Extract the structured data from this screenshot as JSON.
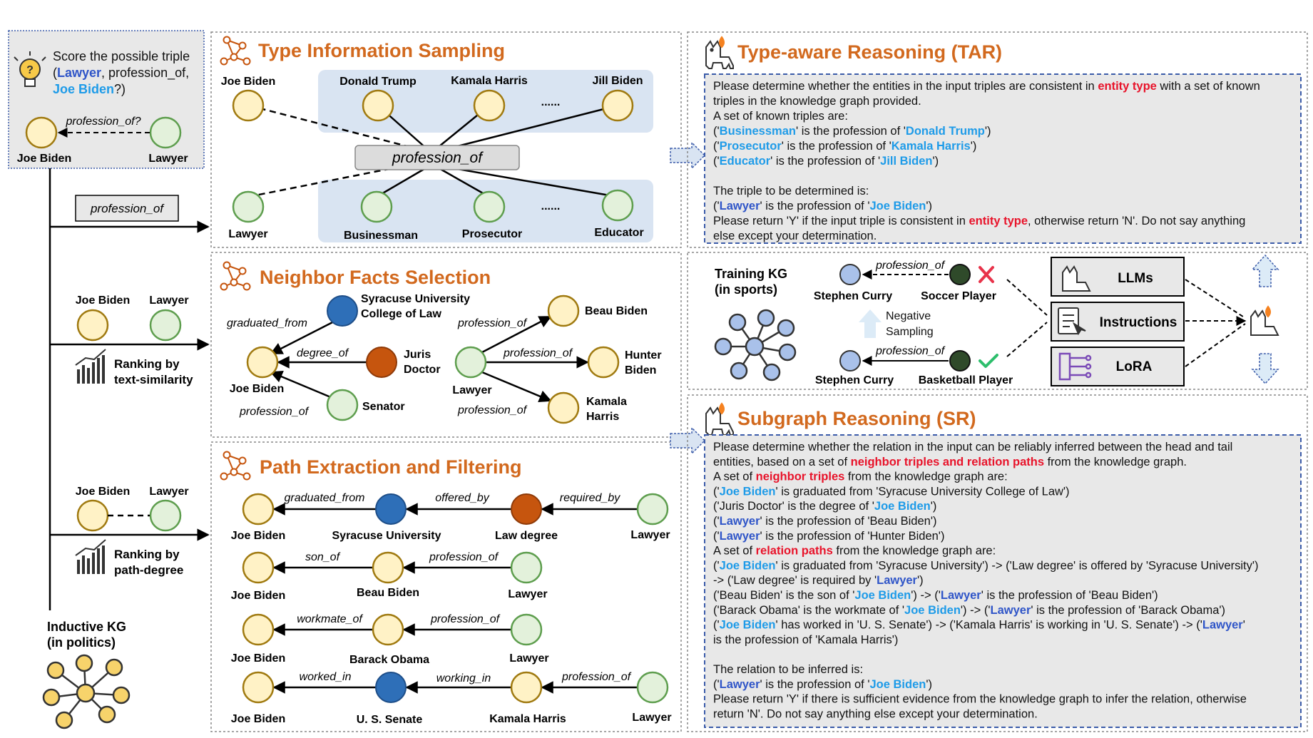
{
  "query": {
    "line1": "Score the possible triple",
    "line2_open": "(",
    "line2_head": "Lawyer",
    "line2_rest": ", profession_of,",
    "line3_tail": "Joe Biden",
    "line3_rest": "?)",
    "rel": "profession_of?",
    "node_left": "Joe Biden",
    "node_right": "Lawyer"
  },
  "left": {
    "rel_box": "profession_of",
    "s2_left": "Joe Biden",
    "s2_right": "Lawyer",
    "rank1_line1": "Ranking by",
    "rank1_line2": "text-similarity",
    "s3_left": "Joe Biden",
    "s3_right": "Lawyer",
    "rank2_line1": "Ranking by",
    "rank2_line2": "path-degree",
    "kg_line1": "Inductive KG",
    "kg_line2": "(in politics)"
  },
  "tis": {
    "title": "Type Information Sampling",
    "joe": "Joe Biden",
    "trump": "Donald Trump",
    "harris": "Kamala Harris",
    "jill": "Jill Biden",
    "dots": "......",
    "center": "profession_of",
    "lawyer": "Lawyer",
    "businessman": "Businessman",
    "prosecutor": "Prosecutor",
    "educator": "Educator"
  },
  "nfs": {
    "title": "Neighbor Facts Selection",
    "syr_line1": "Syracuse University",
    "syr_line2": "College of Law",
    "graduated_from": "graduated_from",
    "degree_of": "degree_of",
    "juris_line1": "Juris",
    "juris_line2": "Doctor",
    "joe": "Joe Biden",
    "profession_of_left": "profession_of",
    "senator": "Senator",
    "beau": "Beau Biden",
    "prof_top": "profession_of",
    "prof_mid": "profession_of",
    "prof_bot": "profession_of",
    "hunter_line1": "Hunter",
    "hunter_line2": "Biden",
    "lawyer": "Lawyer",
    "kamala_line1": "Kamala",
    "kamala_line2": "Harris"
  },
  "pef": {
    "title": "Path Extraction and Filtering",
    "r1": {
      "n1": "Joe Biden",
      "e1": "graduated_from",
      "n2": "Syracuse University",
      "e2": "offered_by",
      "n3": "Law degree",
      "e3": "required_by",
      "n4": "Lawyer"
    },
    "r2": {
      "n1": "Joe Biden",
      "e1": "son_of",
      "n2": "Beau Biden",
      "e2": "profession_of",
      "n3": "Lawyer"
    },
    "r3": {
      "n1": "Joe Biden",
      "e1": "workmate_of",
      "n2": "Barack Obama",
      "e2": "profession_of",
      "n3": "Lawyer"
    },
    "r4": {
      "n1": "Joe Biden",
      "e1": "worked_in",
      "n2": "U. S. Senate",
      "e2": "working_in",
      "n3": "Kamala Harris",
      "e3": "profession_of",
      "n4": "Lawyer"
    }
  },
  "tar": {
    "title": "Type-aware Reasoning (TAR)",
    "l1a": "Please determine whether the entities in the input triples are consistent in ",
    "l1b": "entity type",
    "l1c": " with a set of known",
    "l2": "triples in the knowledge graph provided.",
    "l3": "A set of known triples are:",
    "t1a": "('",
    "t1b": "Businessman",
    "t1c": "' is the profession of '",
    "t1d": "Donald Trump",
    "t1e": "')",
    "t2a": "('",
    "t2b": "Prosecutor",
    "t2c": "' is the profession of '",
    "t2d": "Kamala Harris",
    "t2e": "')",
    "t3a": "('",
    "t3b": "Educator",
    "t3c": "' is the profession of '",
    "t3d": "Jill Biden",
    "t3e": "')",
    "l7": "The triple to be determined is:",
    "q1a": "('",
    "q1b": "Lawyer",
    "q1c": "' is the profession of '",
    "q1d": "Joe Biden",
    "q1e": "')",
    "l9a": "Please return 'Y' if the input triple is consistent in ",
    "l9b": "entity type",
    "l9c": ", otherwise return 'N'. Do not say anything",
    "l10": "else except your determination."
  },
  "train": {
    "kg_line1": "Training KG",
    "kg_line2": "(in sports)",
    "rel_top": "profession_of",
    "curry_top": "Stephen Curry",
    "soccer": "Soccer Player",
    "neg_line1": "Negative",
    "neg_line2": "Sampling",
    "rel_bot": "profession_of",
    "curry_bot": "Stephen Curry",
    "basketball": "Basketball Player",
    "llms": "LLMs",
    "instructions": "Instructions",
    "lora": "LoRA"
  },
  "sr": {
    "title": "Subgraph Reasoning (SR)",
    "lines": [
      [
        [
          "Please determine whether the relation in the input can be reliably inferred between the head and tail",
          ""
        ]
      ],
      [
        [
          "entities, based on a set of ",
          ""
        ],
        [
          "neighbor triples and relation paths",
          "red"
        ],
        [
          " from the knowledge graph.",
          ""
        ]
      ],
      [
        [
          "A set of ",
          ""
        ],
        [
          "neighbor triples",
          "red"
        ],
        [
          " from the knowledge graph are:",
          ""
        ]
      ],
      [
        [
          "('",
          ""
        ],
        [
          "Joe Biden",
          "blue"
        ],
        [
          "' is graduated from 'Syracuse University College of Law')",
          ""
        ]
      ],
      [
        [
          "('Juris Doctor' is the degree of '",
          ""
        ],
        [
          "Joe Biden",
          "blue"
        ],
        [
          "')",
          ""
        ]
      ],
      [
        [
          "('",
          ""
        ],
        [
          "Lawyer",
          "dblue"
        ],
        [
          "' is the profession of 'Beau Biden')",
          ""
        ]
      ],
      [
        [
          "('",
          ""
        ],
        [
          "Lawyer",
          "dblue"
        ],
        [
          "' is the profession of 'Hunter Biden')",
          ""
        ]
      ],
      [
        [
          "A set of ",
          ""
        ],
        [
          "relation paths",
          "red"
        ],
        [
          " from the knowledge graph are:",
          ""
        ]
      ],
      [
        [
          "('",
          ""
        ],
        [
          "Joe Biden",
          "blue"
        ],
        [
          "' is graduated from 'Syracuse University') -> ('Law degree' is offered by 'Syracuse University')",
          ""
        ]
      ],
      [
        [
          "-> ('Law degree' is required by '",
          ""
        ],
        [
          "Lawyer",
          "dblue"
        ],
        [
          "')",
          ""
        ]
      ],
      [
        [
          "('Beau Biden' is the son of '",
          ""
        ],
        [
          "Joe Biden",
          "blue"
        ],
        [
          "') -> ('",
          ""
        ],
        [
          "Lawyer",
          "dblue"
        ],
        [
          "' is the profession of 'Beau Biden')",
          ""
        ]
      ],
      [
        [
          "('Barack Obama' is the workmate of '",
          ""
        ],
        [
          "Joe Biden",
          "blue"
        ],
        [
          "') -> ('",
          ""
        ],
        [
          "Lawyer",
          "dblue"
        ],
        [
          "' is the profession of 'Barack Obama')",
          ""
        ]
      ],
      [
        [
          "('",
          ""
        ],
        [
          "Joe Biden",
          "blue"
        ],
        [
          "' has worked in 'U. S. Senate') -> ('Kamala Harris' is working in  'U. S. Senate') -> ('",
          ""
        ],
        [
          "Lawyer",
          "dblue"
        ],
        [
          "'",
          ""
        ]
      ],
      [
        [
          "is the profession of 'Kamala Harris')",
          ""
        ]
      ],
      [
        [
          "",
          ""
        ]
      ],
      [
        [
          "The relation to be inferred is:",
          ""
        ]
      ],
      [
        [
          "('",
          ""
        ],
        [
          "Lawyer",
          "dblue"
        ],
        [
          "' is the profession of '",
          ""
        ],
        [
          "Joe Biden",
          "blue"
        ],
        [
          "')",
          ""
        ]
      ],
      [
        [
          "Please return 'Y' if there is sufficient evidence from the knowledge graph to infer the relation, otherwise",
          ""
        ]
      ],
      [
        [
          "return 'N'. Do not say anything else except your determination.",
          ""
        ]
      ]
    ]
  },
  "colors": {
    "title": "#D2691E",
    "node_yellow": "#FFF2C6",
    "node_yellow_stroke": "#A07A10",
    "node_green": "#E3F1DB",
    "node_green_stroke": "#5E9E4E",
    "node_blue": "#2E6FB8",
    "node_orange": "#C6550E",
    "kg_blue": "#A9C1EA",
    "panel_gray": "#E8E8E8"
  }
}
